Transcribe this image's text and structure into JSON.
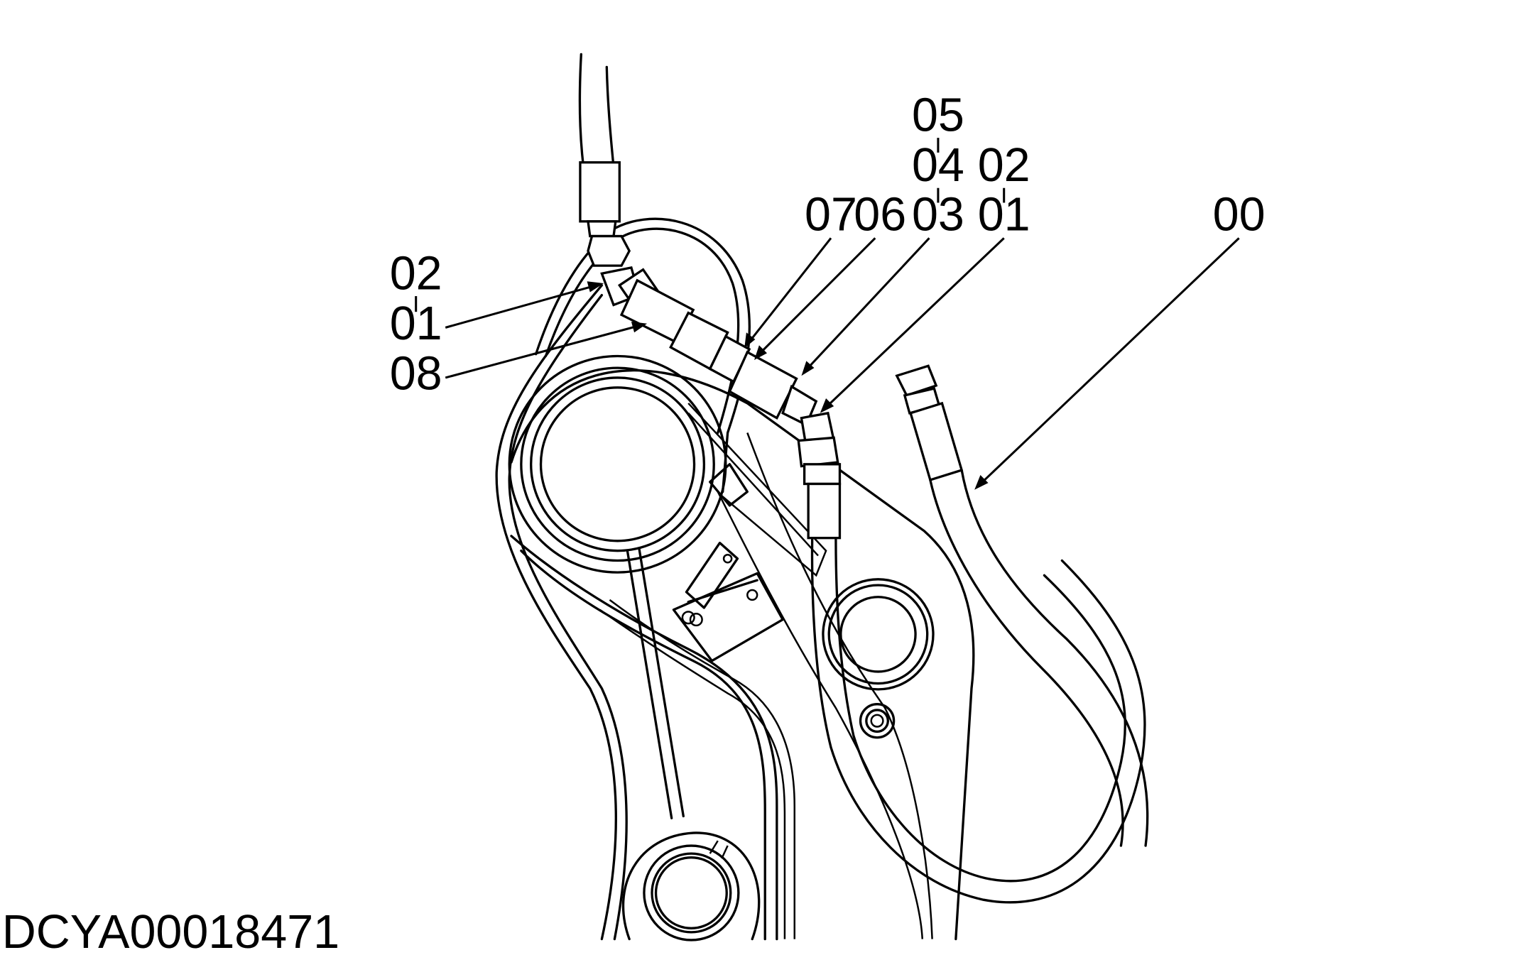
{
  "drawing_id": "DCYA00018471",
  "labels": {
    "c05": "05",
    "c04": "04",
    "c03": "03",
    "c02": "02",
    "c01": "01",
    "c07": "07",
    "c06": "06",
    "c00": "00",
    "l02": "02",
    "l01": "01",
    "l08": "08"
  }
}
